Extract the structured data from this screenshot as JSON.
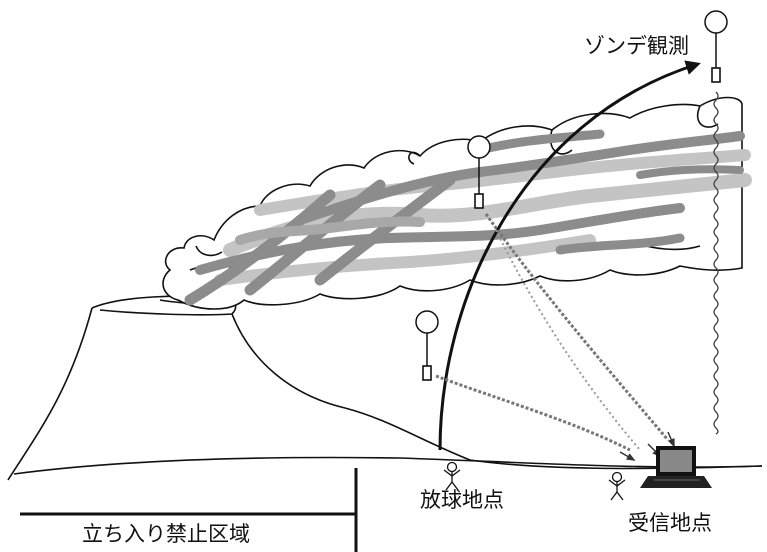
{
  "labels": {
    "sonde_observation": "ゾンデ観測",
    "launch_point": "放球地点",
    "receiving_point": "受信地点",
    "restricted_zone": "立ち入り禁止区域"
  },
  "icons": {
    "balloon": "balloon-icon",
    "sonde": "radiosonde-icon",
    "person": "person-icon",
    "laptop": "laptop-icon"
  },
  "colors": {
    "line": "#111111",
    "plume_dark": "#8c8c8c",
    "plume_light": "#c4c4c4"
  }
}
